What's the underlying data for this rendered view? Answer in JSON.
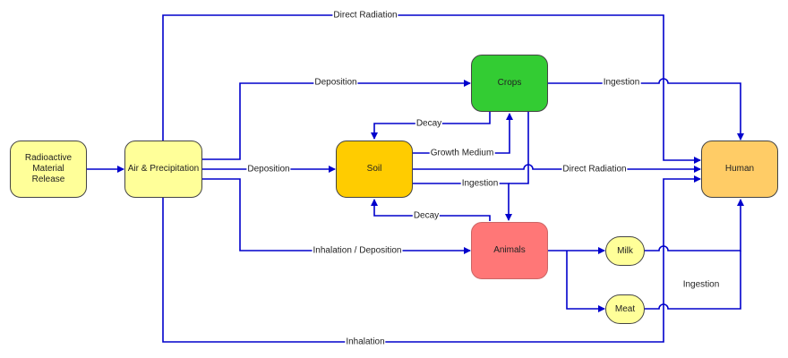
{
  "diagram": {
    "nodes": {
      "release": {
        "label": "Radioactive\nMaterial\nRelease",
        "color": "#ffff99"
      },
      "air": {
        "label": "Air & Precipitation",
        "color": "#ffff99"
      },
      "crops": {
        "label": "Crops",
        "color": "#33cc33"
      },
      "soil": {
        "label": "Soil",
        "color": "#ffcc00"
      },
      "animals": {
        "label": "Animals",
        "color": "#ff7777"
      },
      "milk": {
        "label": "Milk",
        "color": "#ffff99"
      },
      "meat": {
        "label": "Meat",
        "color": "#ffff99"
      },
      "human": {
        "label": "Human",
        "color": "#ffcc66"
      }
    },
    "edge_labels": {
      "air_human_direct": "Direct Radiation",
      "air_crops": "Deposition",
      "air_soil": "Deposition",
      "crops_human": "Ingestion",
      "crops_soil_decay": "Decay",
      "soil_crops_growth": "Growth Medium",
      "soil_human_direct": "Direct Radiation",
      "soil_animals_ingestion": "Ingestion",
      "animals_soil_decay": "Decay",
      "air_animals": "Inhalation / Deposition",
      "air_human_inhalation": "Inhalation",
      "milk_meat_human": "Ingestion"
    },
    "line_color": "#0000cc"
  }
}
